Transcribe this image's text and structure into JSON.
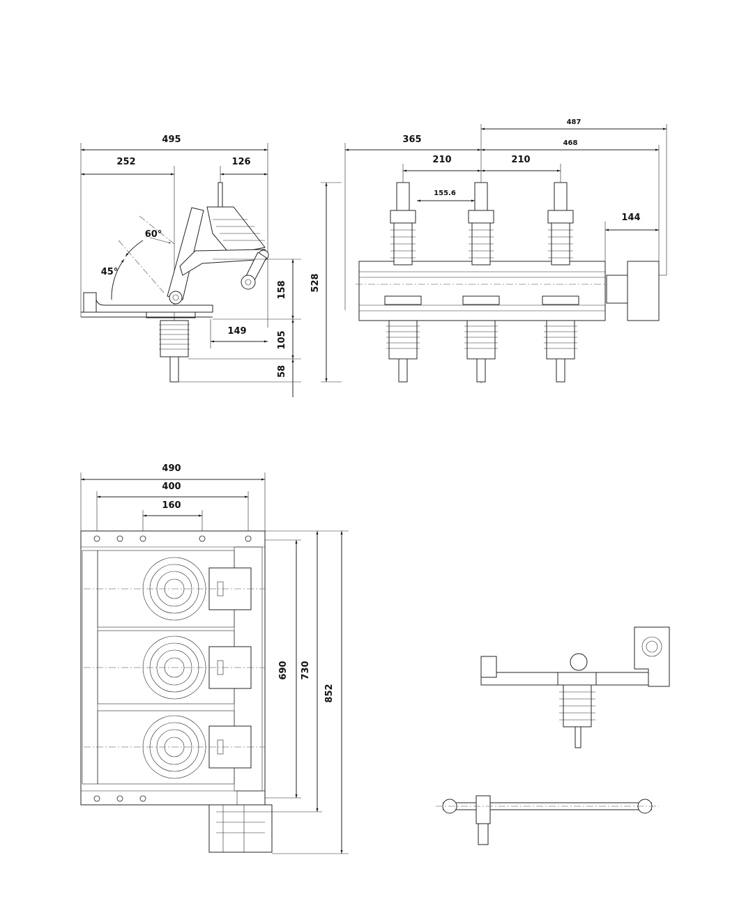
{
  "side_view": {
    "dims": {
      "overall_width": "495",
      "to_axis": "252",
      "right_offset": "126",
      "angle_60": "60°",
      "angle_45": "45°",
      "h_158": "158",
      "h_105": "105",
      "h_58": "58",
      "total_height": "528",
      "w_149": "149"
    }
  },
  "front_view": {
    "dims": {
      "left": "365",
      "right_overall": "487",
      "right_frame": "468",
      "pitch_left": "210",
      "pitch_right": "210",
      "clearance": "155.6",
      "mechanism": "144"
    }
  },
  "top_view": {
    "dims": {
      "overall_width": "490",
      "hole_spacing": "400",
      "inner_spacing": "160",
      "h_690": "690",
      "h_730": "730",
      "h_852": "852"
    }
  },
  "colors": {
    "line": "#222222",
    "background": "#ffffff"
  }
}
